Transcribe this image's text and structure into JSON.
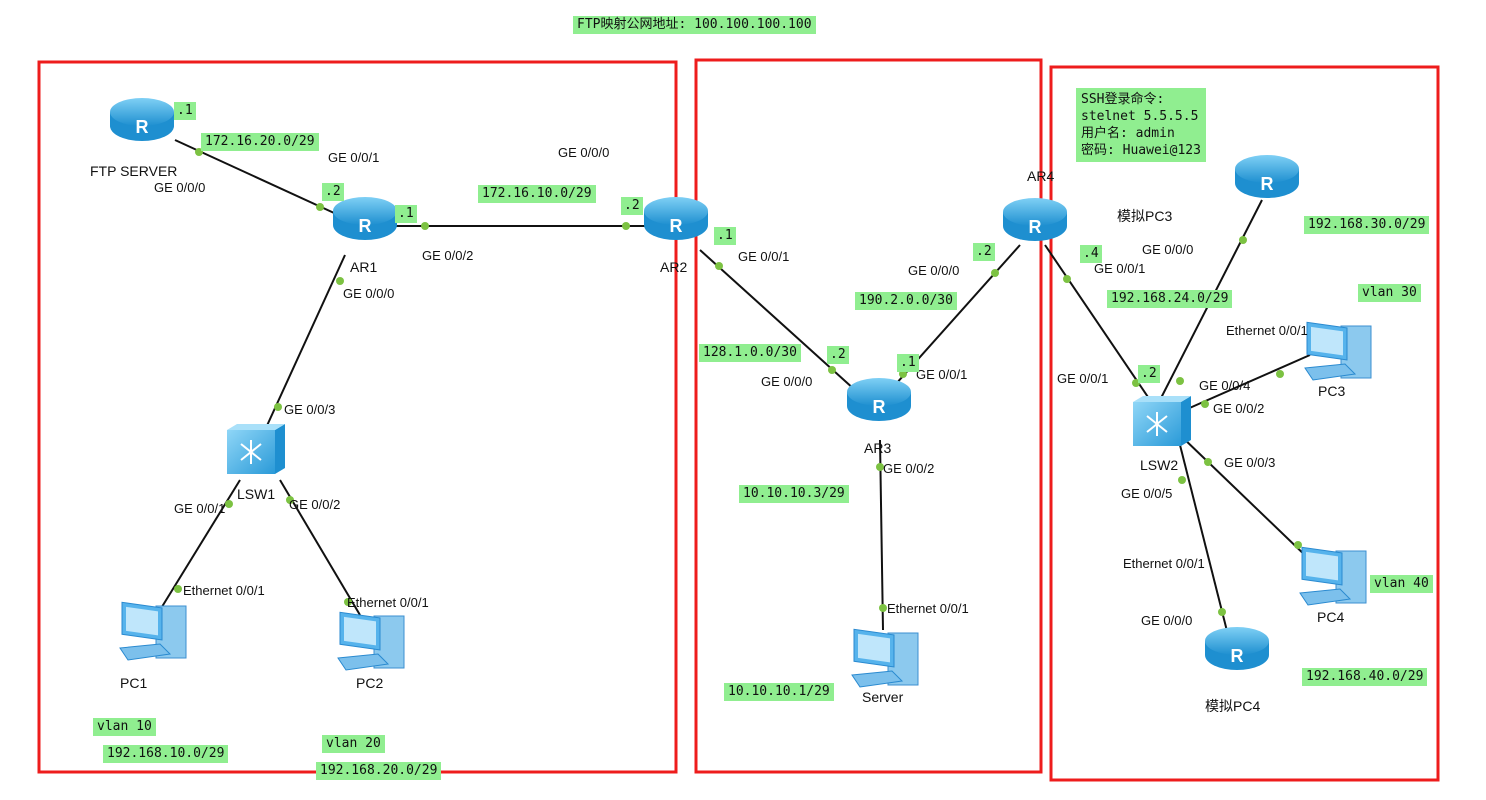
{
  "header": {
    "ftp_mapping": "FTP映射公网地址: 100.100.100.100"
  },
  "ssh_box": {
    "line1": "SSH登录命令:",
    "line2": "stelnet 5.5.5.5",
    "line3": "用户名: admin",
    "line4": "密码: Huawei@123"
  },
  "devices": {
    "ftp_server": "FTP SERVER",
    "ar1": "AR1",
    "ar2": "AR2",
    "ar3": "AR3",
    "ar4": "AR4",
    "lsw1": "LSW1",
    "lsw2": "LSW2",
    "pc1": "PC1",
    "pc2": "PC2",
    "pc3": "PC3",
    "pc4": "PC4",
    "server": "Server",
    "sim_pc3": "模拟PC3",
    "sim_pc4": "模拟PC4"
  },
  "ports": {
    "ftp_ge000": "GE 0/0/0",
    "ar1_ge001": "GE 0/0/1",
    "ar1_ge002": "GE 0/0/2",
    "ar1_ge000": "GE 0/0/0",
    "ar2_ge000": "GE 0/0/0",
    "ar2_ge001": "GE 0/0/1",
    "lsw1_ge003": "GE 0/0/3",
    "lsw1_ge001": "GE 0/0/1",
    "lsw1_ge002": "GE 0/0/2",
    "pc1_eth": "Ethernet 0/0/1",
    "pc2_eth": "Ethernet 0/0/1",
    "ar3_ge000": "GE 0/0/0",
    "ar3_ge001": "GE 0/0/1",
    "ar3_ge002": "GE 0/0/2",
    "server_eth": "Ethernet 0/0/1",
    "ar4_ge000": "GE 0/0/0",
    "ar4_ge001": "GE 0/0/1",
    "simpc3_ge000": "GE 0/0/0",
    "lsw2_ge001": "GE 0/0/1",
    "pc3_eth": "Ethernet 0/0/1",
    "lsw2_ge004": "GE 0/0/4",
    "lsw2_ge002": "GE 0/0/2",
    "lsw2_ge003": "GE 0/0/3",
    "lsw2_ge005": "GE 0/0/5",
    "lsw2_eth": "Ethernet 0/0/1",
    "simpc4_ge000": "GE 0/0/0"
  },
  "ip_tags": {
    "ftp_host": ".1",
    "net_172_20": "172.16.20.0/29",
    "ar1_left": ".2",
    "ar1_right": ".1",
    "net_172_10": "172.16.10.0/29",
    "ar2_left": ".2",
    "ar2_right": ".1",
    "ar4_left": ".2",
    "ar4_right": ".4",
    "net_190": "190.2.0.0/30",
    "net_128": "128.1.0.0/30",
    "ar3_left": ".2",
    "ar3_right": ".1",
    "net_10_3": "10.10.10.3/29",
    "net_10_1": "10.10.10.1/29",
    "net_192_24": "192.168.24.0/29",
    "lsw2_host": ".2",
    "net_192_30": "192.168.30.0/29",
    "vlan30": "vlan 30",
    "vlan40": "vlan 40",
    "net_192_40": "192.168.40.0/29",
    "vlan10": "vlan 10",
    "net_192_10": "192.168.10.0/29",
    "vlan20": "vlan 20",
    "net_192_20": "192.168.20.0/29"
  },
  "colors": {
    "zone_border": "#ee1c1c",
    "link": "#111111",
    "port_dot": "#7cc242",
    "tag_bg": "#90ee90",
    "device_blue": "#39a5e0"
  }
}
